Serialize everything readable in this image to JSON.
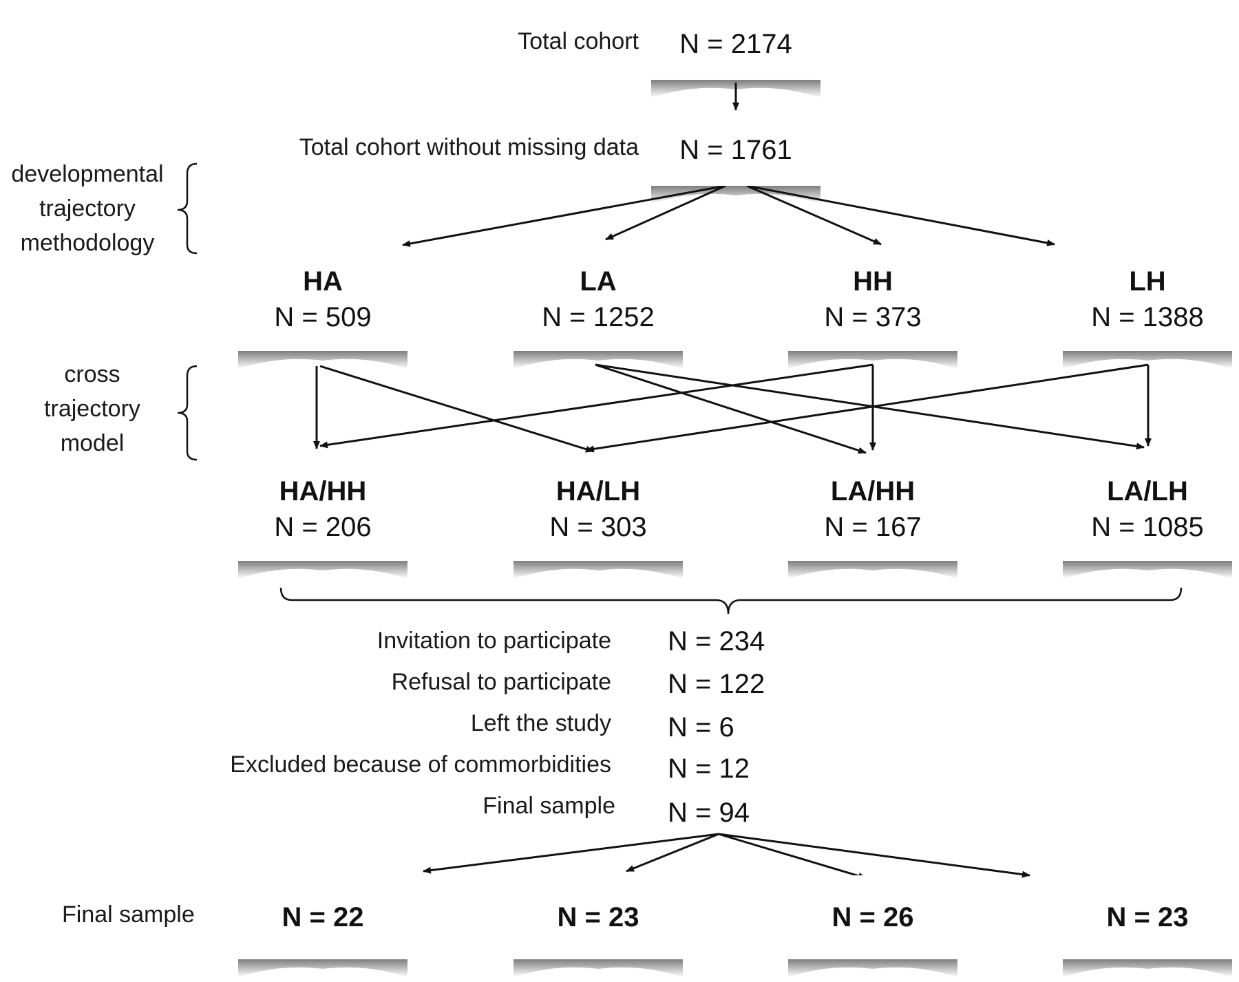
{
  "top": {
    "total_cohort_label": "Total cohort",
    "total_cohort_value": "N = 2174",
    "no_missing_label": "Total cohort without missing data",
    "no_missing_value": "N = 1761"
  },
  "side_labels": {
    "developmental": [
      "developmental",
      "trajectory",
      "methodology"
    ],
    "cross": [
      "cross",
      "trajectory",
      "model"
    ]
  },
  "trajectories": [
    {
      "name": "HA",
      "value": "N = 509"
    },
    {
      "name": "LA",
      "value": "N = 1252"
    },
    {
      "name": "HH",
      "value": "N = 373"
    },
    {
      "name": "LH",
      "value": "N = 1388"
    }
  ],
  "cross_groups": [
    {
      "name": "HA/HH",
      "value": "N = 206"
    },
    {
      "name": "HA/LH",
      "value": "N = 303"
    },
    {
      "name": "LA/HH",
      "value": "N = 167"
    },
    {
      "name": "LA/LH",
      "value": "N = 1085"
    }
  ],
  "recruitment": [
    {
      "label": "Invitation to participate",
      "value": "N = 234"
    },
    {
      "label": "Refusal to participate",
      "value": "N = 122"
    },
    {
      "label": "Left the study",
      "value": "N = 6"
    },
    {
      "label": "Excluded because of commorbidities",
      "value": "N = 12"
    },
    {
      "label": "Final sample",
      "value": "N = 94"
    }
  ],
  "final": {
    "label": "Final sample",
    "values": [
      "N = 22",
      "N = 23",
      "N = 26",
      "N = 23"
    ]
  },
  "colors": {
    "line": "#111111",
    "shadow": "#9a9a9a"
  }
}
